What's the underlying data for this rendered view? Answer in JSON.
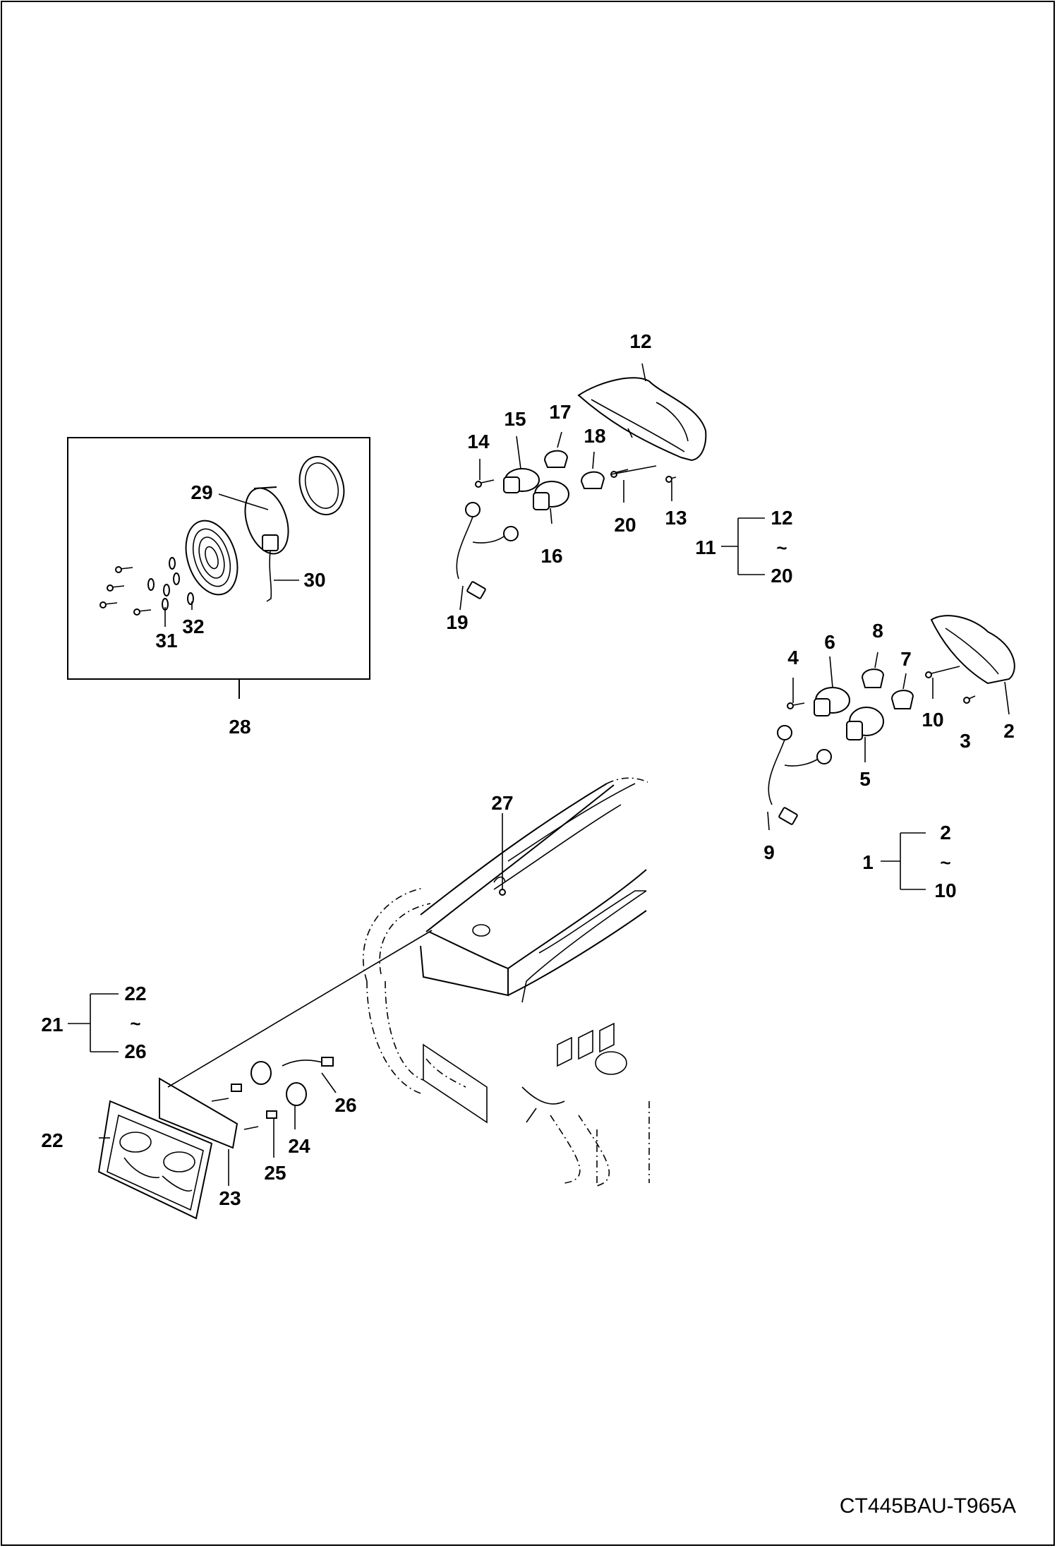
{
  "diagram": {
    "drawing_code": "CT445BAU-T965A",
    "callouts": {
      "n1": "1",
      "n2": "2",
      "n3": "3",
      "n4": "4",
      "n5": "5",
      "n6": "6",
      "n7": "7",
      "n8": "8",
      "n9": "9",
      "n10": "10",
      "n11": "11",
      "n12": "12",
      "n13": "13",
      "n14": "14",
      "n15": "15",
      "n16": "16",
      "n17": "17",
      "n18": "18",
      "n19": "19",
      "n20": "20",
      "n21": "21",
      "n22": "22",
      "n23": "23",
      "n24": "24",
      "n25": "25",
      "n26": "26",
      "n27": "27",
      "n28": "28",
      "n29": "29",
      "n30": "30",
      "n31": "31",
      "n32": "32"
    },
    "assemblies": [
      {
        "parent": "11",
        "from": "12",
        "to": "20"
      },
      {
        "parent": "1",
        "from": "2",
        "to": "10"
      },
      {
        "parent": "21",
        "from": "22",
        "to": "26"
      }
    ],
    "range_symbol": "~"
  }
}
